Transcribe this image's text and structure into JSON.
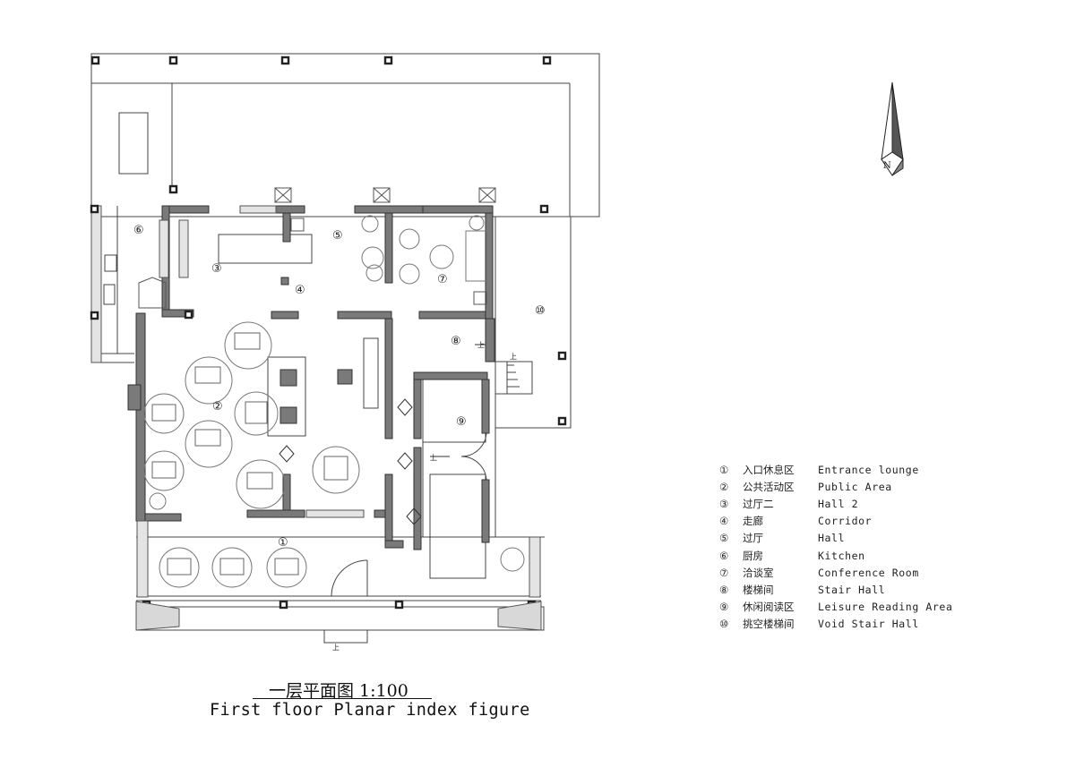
{
  "plan": {
    "north_label": "N",
    "stair_up_label": "上",
    "room_markers": [
      {
        "num": "①",
        "room": "entrance-lounge"
      },
      {
        "num": "②",
        "room": "public-area"
      },
      {
        "num": "③",
        "room": "hall-2"
      },
      {
        "num": "④",
        "room": "corridor"
      },
      {
        "num": "⑤",
        "room": "hall"
      },
      {
        "num": "⑥",
        "room": "kitchen"
      },
      {
        "num": "⑦",
        "room": "conference-room"
      },
      {
        "num": "⑧",
        "room": "stair-hall"
      },
      {
        "num": "⑨",
        "room": "leisure-reading-area"
      },
      {
        "num": "⑩",
        "room": "void-stair-hall"
      }
    ]
  },
  "legend": [
    {
      "num": "①",
      "cn": "入口休息区",
      "en": "Entrance  lounge"
    },
    {
      "num": "②",
      "cn": "公共活动区",
      "en": "Public  Area"
    },
    {
      "num": "③",
      "cn": "过厅二",
      "en": "Hall  2"
    },
    {
      "num": "④",
      "cn": "走廊",
      "en": " Corridor"
    },
    {
      "num": "⑤",
      "cn": "过厅",
      "en": " Hall"
    },
    {
      "num": "⑥",
      "cn": "厨房",
      "en": " Kitchen"
    },
    {
      "num": "⑦",
      "cn": "洽谈室",
      "en": " Conference  Room"
    },
    {
      "num": "⑧",
      "cn": "楼梯间",
      "en": " Stair  Hall"
    },
    {
      "num": "⑨",
      "cn": "休闲阅读区",
      "en": "Leisure  Reading  Area"
    },
    {
      "num": "⑩",
      "cn": "挑空楼梯间",
      "en": "Void  Stair  Hall"
    }
  ],
  "title": {
    "cn": "一层平面图 1:100",
    "en": "First floor Planar index figure"
  },
  "colors": {
    "wall_fill": "#7a7a7a",
    "line": "#333333",
    "paper": "#ffffff"
  }
}
